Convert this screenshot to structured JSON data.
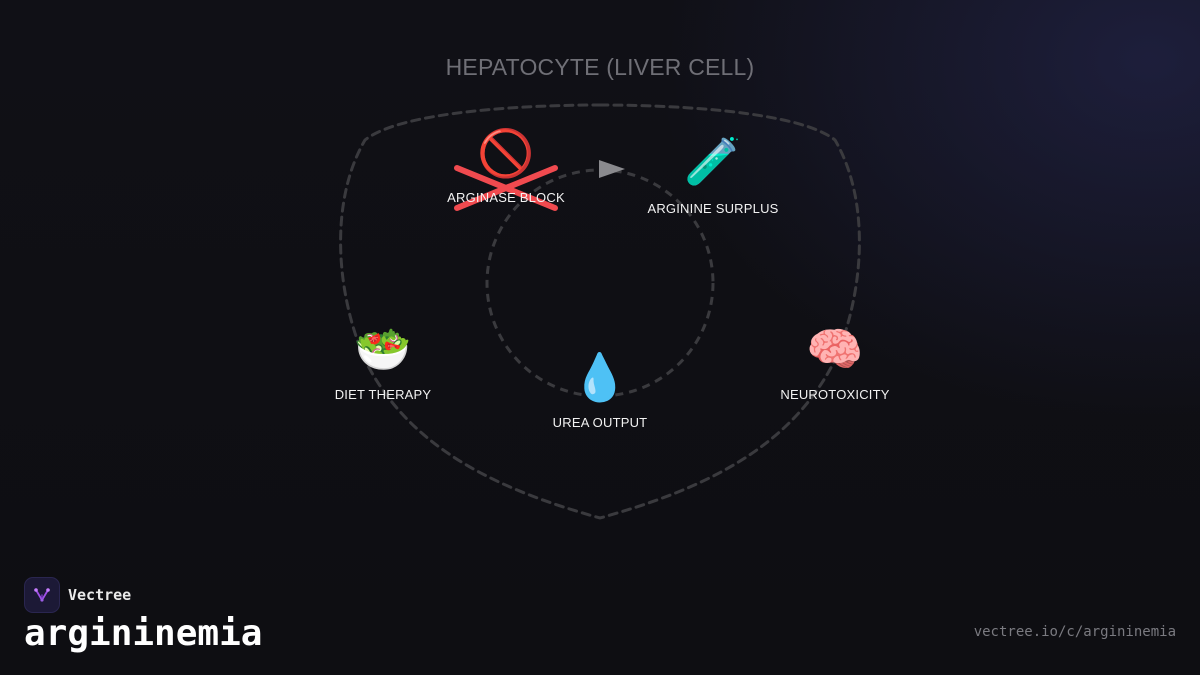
{
  "diagram": {
    "title": "HEPATOCYTE (LIVER CELL)",
    "nodes": [
      {
        "id": "arginase_block",
        "label": "ARGINASE BLOCK",
        "icon": "no-entry-icon",
        "emoji": "🚫",
        "crossed_out": true
      },
      {
        "id": "arginine_surplus",
        "label": "ARGININE SURPLUS",
        "icon": "test-tube-icon",
        "emoji": "🧪"
      },
      {
        "id": "diet_therapy",
        "label": "DIET THERAPY",
        "icon": "salad-icon",
        "emoji": "🥗"
      },
      {
        "id": "urea_output",
        "label": "UREA OUTPUT",
        "icon": "droplet-icon",
        "emoji": "💧"
      },
      {
        "id": "neurotoxicity",
        "label": "NEUROTOXICITY",
        "icon": "brain-icon",
        "emoji": "🧠"
      }
    ],
    "colors": {
      "cell_outline": "#3a3a3e",
      "cross": "#f04a4f",
      "arrow": "#8a8a8e"
    }
  },
  "footer": {
    "brand_name": "Vectree",
    "topic": "argininemia",
    "url": "vectree.io/c/argininemia",
    "logo_icon": "vectree-logo-icon"
  }
}
